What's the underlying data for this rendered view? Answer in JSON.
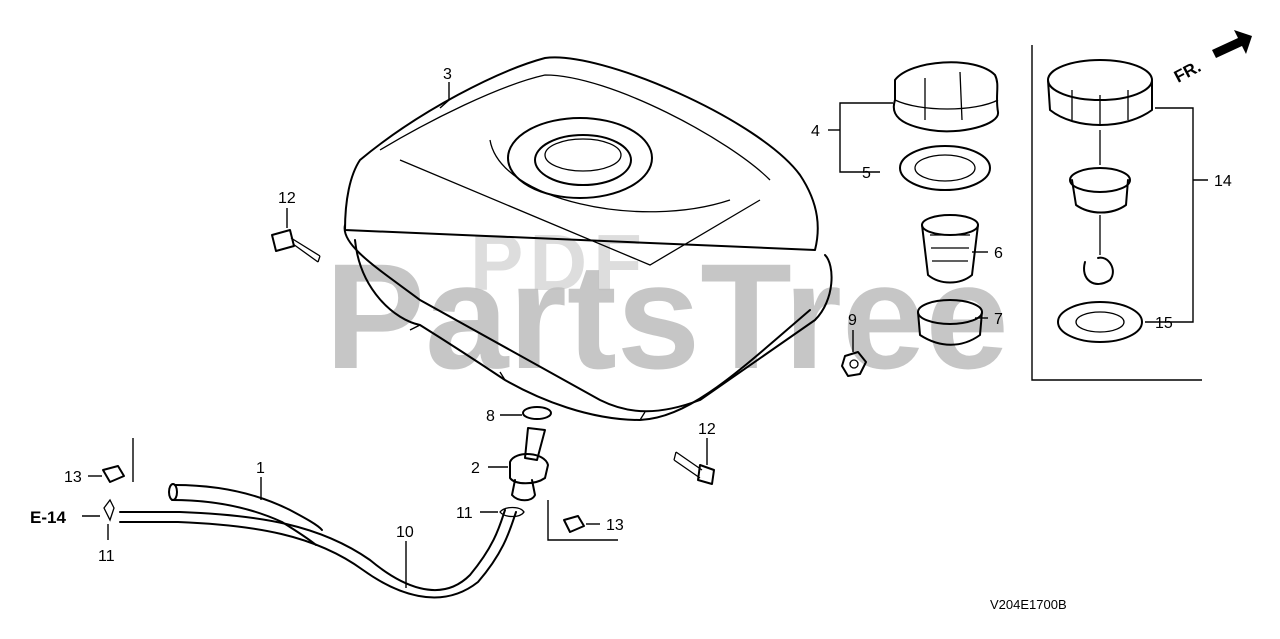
{
  "diagram": {
    "code": "V204E1700B",
    "ref_label": "E-14",
    "front_label": "FR.",
    "watermark": {
      "brand": "PartsTree",
      "small": "PDF"
    },
    "callouts": {
      "p1": "1",
      "p2": "2",
      "p3": "3",
      "p4": "4",
      "p5": "5",
      "p6": "6",
      "p7": "7",
      "p8": "8",
      "p9": "9",
      "p10": "10",
      "p11a": "11",
      "p11b": "11",
      "p12a": "12",
      "p12b": "12",
      "p13a": "13",
      "p13b": "13",
      "p14": "14",
      "p15": "15"
    }
  }
}
